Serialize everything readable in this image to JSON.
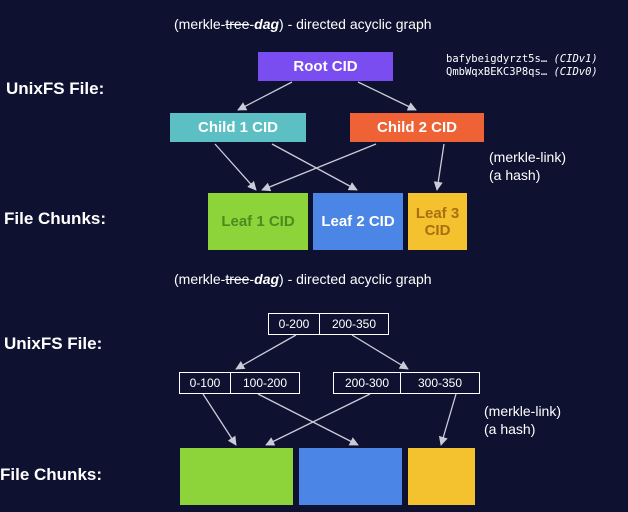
{
  "top": {
    "title_prefix": "(merkle-",
    "title_strike": "tree",
    "title_dash": "-",
    "title_dag": "dag",
    "title_suffix": ") - directed acyclic graph",
    "label_file": "UnixFS File:",
    "label_chunks": "File Chunks:",
    "root_label": "Root CID",
    "child1_label": "Child 1 CID",
    "child2_label": "Child 2 CID",
    "leaf1_label": "Leaf 1 CID",
    "leaf2_label": "Leaf 2 CID",
    "leaf3_line1": "Leaf 3",
    "leaf3_line2": "CID",
    "cid_v1_value": "bafybeigdyrzt5s…",
    "cid_v1_tag": "(CIDv1)",
    "cid_v0_value": "QmbWqxBEKC3P8qs…",
    "cid_v0_tag": "(CIDv0)",
    "note_line1": "(merkle-link)",
    "note_line2": "(a hash)"
  },
  "bottom": {
    "title_prefix": "(merkle-",
    "title_strike": "tree",
    "title_dash": "-",
    "title_dag": "dag",
    "title_suffix": ") - directed acyclic graph",
    "label_file": "UnixFS File:",
    "label_chunks": "File Chunks:",
    "root_ranges": [
      "0-200",
      "200-350"
    ],
    "child1_ranges": [
      "0-100",
      "100-200"
    ],
    "child2_ranges": [
      "200-300",
      "300-350"
    ],
    "note_line1": "(merkle-link)",
    "note_line2": "(a hash)"
  },
  "colors": {
    "background": "#0e1230",
    "root": "#7a4df0",
    "child1": "#5bbfc4",
    "child2": "#ee6236",
    "leaf1": "#8dd33a",
    "leaf2": "#4b86e6",
    "leaf3": "#f3c22e",
    "leaf1_text": "#4f8a1e",
    "leaf3_text": "#a86f10",
    "arrow": "#c9ccd8"
  }
}
